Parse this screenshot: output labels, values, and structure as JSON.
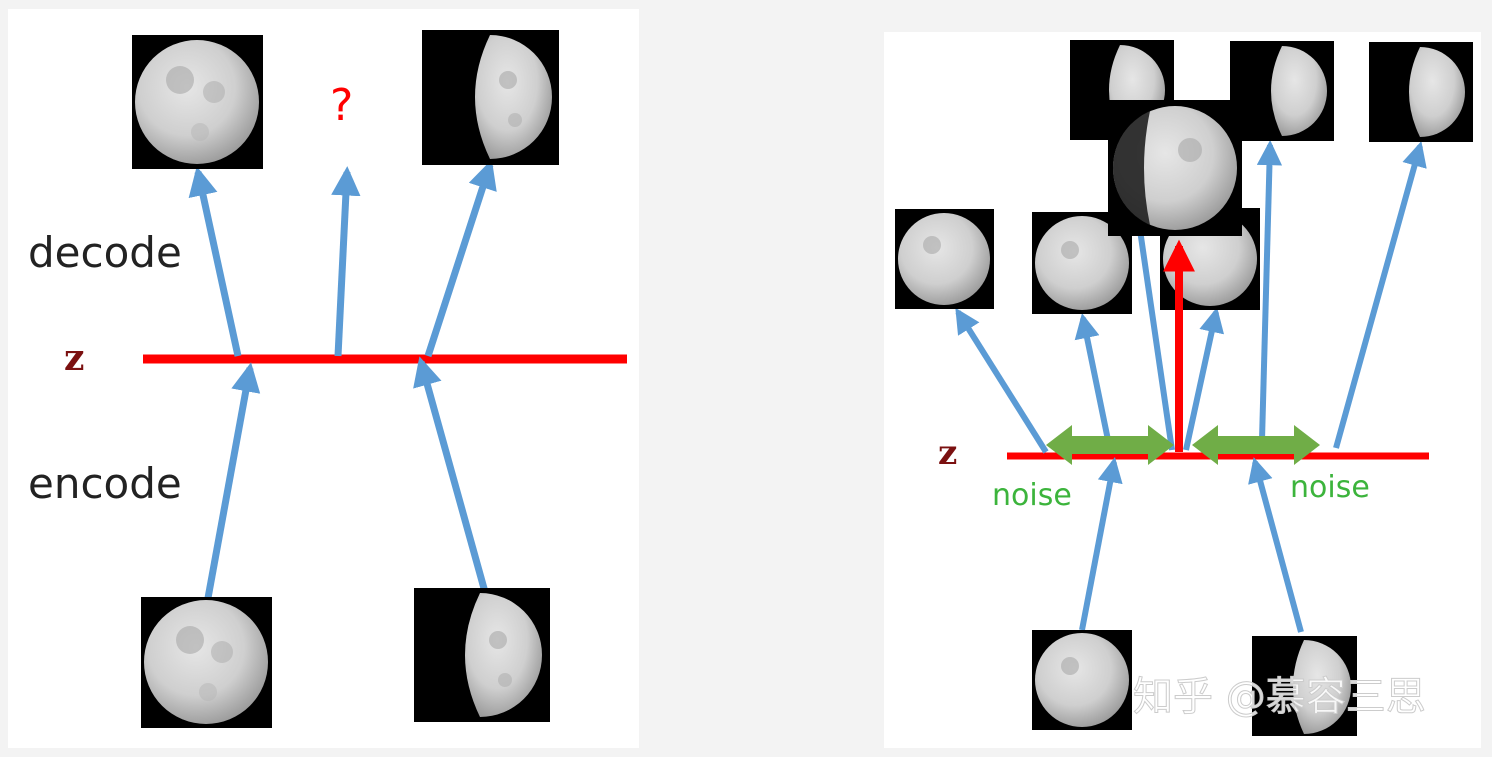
{
  "left_panel": {
    "decode_label": "decode",
    "encode_label": "encode",
    "z_label": "z",
    "question_mark": "?",
    "images": [
      {
        "name": "decoded-full-moon",
        "phase": "full"
      },
      {
        "name": "decoded-half-moon",
        "phase": "half"
      },
      {
        "name": "input-full-moon",
        "phase": "full"
      },
      {
        "name": "input-half-moon",
        "phase": "half"
      }
    ]
  },
  "right_panel": {
    "z_label": "z",
    "noise_left_label": "noise",
    "noise_right_label": "noise",
    "images": [
      {
        "name": "decoded-half-moon-a",
        "phase": "half"
      },
      {
        "name": "decoded-half-moon-b",
        "phase": "half"
      },
      {
        "name": "decoded-half-moon-c",
        "phase": "half"
      },
      {
        "name": "decoded-full-moon-a",
        "phase": "full"
      },
      {
        "name": "decoded-full-moon-b",
        "phase": "full"
      },
      {
        "name": "decoded-full-moon-c",
        "phase": "full"
      },
      {
        "name": "decoded-interpolated-moon",
        "phase": "gibbous"
      },
      {
        "name": "input-full-moon",
        "phase": "full"
      },
      {
        "name": "input-half-moon",
        "phase": "half"
      }
    ]
  },
  "watermark": "知乎 @慕容三思",
  "colors": {
    "arrow_blue": "#5b9bd5",
    "latent_red": "#ff0000",
    "noise_green": "#70ad47",
    "noise_text": "#3cb43c",
    "z_color": "#7b1010",
    "panel_bg": "#ffffff",
    "page_bg": "#f3f3f3"
  }
}
